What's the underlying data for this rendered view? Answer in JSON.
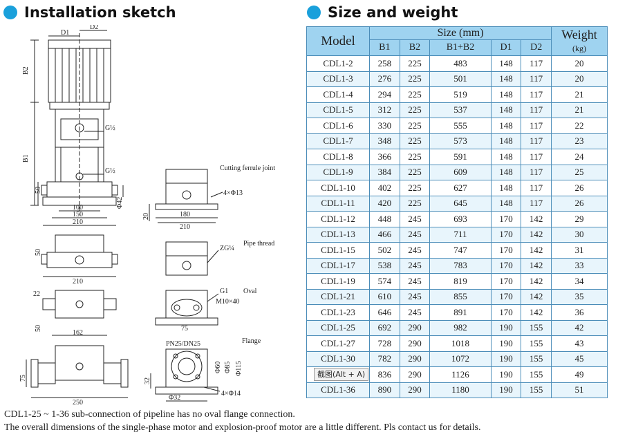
{
  "left_title": "Installation sketch",
  "right_title": "Size and weight",
  "sketch": {
    "dim_d1": "D1",
    "dim_d2": "D2",
    "dim_b1": "B1",
    "dim_b2": "B2",
    "dim_50": "50",
    "dim_100": "100",
    "dim_150": "150",
    "dim_210": "210",
    "dim_phi42": "Φ42",
    "g_half": "G½",
    "cutting_ferrule": "Cutting ferrule joint",
    "holes_4x13": "4×Φ13",
    "dim_20": "20",
    "dim_180": "180",
    "pipe_thread": "Pipe thread",
    "zg_quarter": "ZG¼",
    "dim_22": "22",
    "dim_162": "162",
    "g1": "G1",
    "oval": "Oval",
    "m10x40": "M10×40",
    "dim_75": "75",
    "pn25": "PN25/DN25",
    "flange": "Flange",
    "phi60": "Φ60",
    "phi85": "Φ85",
    "phi115": "Φ115",
    "dim_32": "32",
    "phi32": "Φ32",
    "holes_4x14": "4×Φ14",
    "dim_250": "250"
  },
  "table": {
    "header_model": "Model",
    "header_size": "Size (mm)",
    "header_weight": "Weight",
    "header_weight_unit": "(kg)",
    "sub_headers": [
      "B1",
      "B2",
      "B1+B2",
      "D1",
      "D2"
    ],
    "rows": [
      [
        "CDL1-2",
        "258",
        "225",
        "483",
        "148",
        "117",
        "20"
      ],
      [
        "CDL1-3",
        "276",
        "225",
        "501",
        "148",
        "117",
        "20"
      ],
      [
        "CDL1-4",
        "294",
        "225",
        "519",
        "148",
        "117",
        "21"
      ],
      [
        "CDL1-5",
        "312",
        "225",
        "537",
        "148",
        "117",
        "21"
      ],
      [
        "CDL1-6",
        "330",
        "225",
        "555",
        "148",
        "117",
        "22"
      ],
      [
        "CDL1-7",
        "348",
        "225",
        "573",
        "148",
        "117",
        "23"
      ],
      [
        "CDL1-8",
        "366",
        "225",
        "591",
        "148",
        "117",
        "24"
      ],
      [
        "CDL1-9",
        "384",
        "225",
        "609",
        "148",
        "117",
        "25"
      ],
      [
        "CDL1-10",
        "402",
        "225",
        "627",
        "148",
        "117",
        "26"
      ],
      [
        "CDL1-11",
        "420",
        "225",
        "645",
        "148",
        "117",
        "26"
      ],
      [
        "CDL1-12",
        "448",
        "245",
        "693",
        "170",
        "142",
        "29"
      ],
      [
        "CDL1-13",
        "466",
        "245",
        "711",
        "170",
        "142",
        "30"
      ],
      [
        "CDL1-15",
        "502",
        "245",
        "747",
        "170",
        "142",
        "31"
      ],
      [
        "CDL1-17",
        "538",
        "245",
        "783",
        "170",
        "142",
        "33"
      ],
      [
        "CDL1-19",
        "574",
        "245",
        "819",
        "170",
        "142",
        "34"
      ],
      [
        "CDL1-21",
        "610",
        "245",
        "855",
        "170",
        "142",
        "35"
      ],
      [
        "CDL1-23",
        "646",
        "245",
        "891",
        "170",
        "142",
        "36"
      ],
      [
        "CDL1-25",
        "692",
        "290",
        "982",
        "190",
        "155",
        "42"
      ],
      [
        "CDL1-27",
        "728",
        "290",
        "1018",
        "190",
        "155",
        "43"
      ],
      [
        "CDL1-30",
        "782",
        "290",
        "1072",
        "190",
        "155",
        "45"
      ],
      [
        "",
        "836",
        "290",
        "1126",
        "190",
        "155",
        "49"
      ],
      [
        "CDL1-36",
        "890",
        "290",
        "1180",
        "190",
        "155",
        "51"
      ]
    ],
    "overlay_button_label": "截图(Alt + A)"
  },
  "notes": [
    "CDL1-25 ~ 1-36 sub-connection of pipeline has no oval flange connection.",
    "The overall dimensions of the single-phase motor and explosion-proof motor are a little different. Pls contact us for details."
  ]
}
